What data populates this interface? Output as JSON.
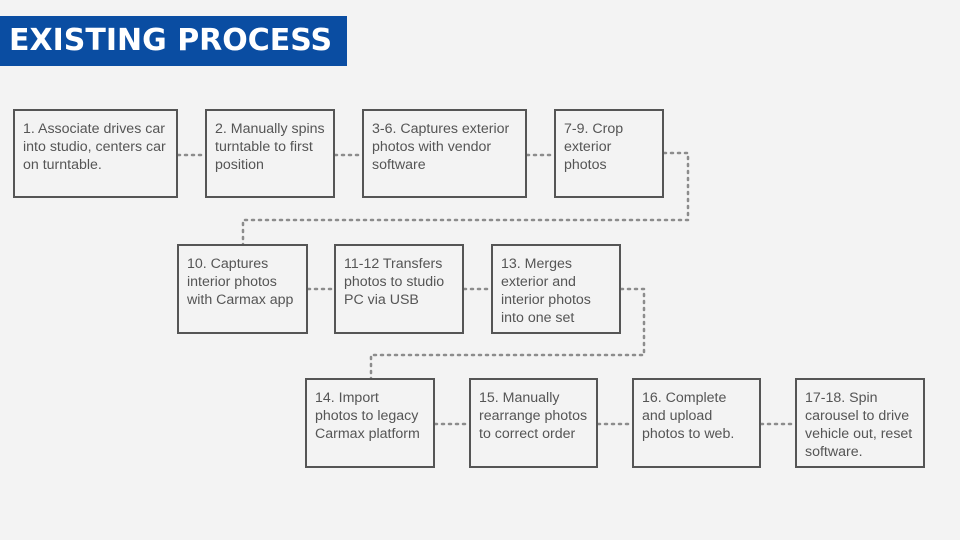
{
  "slide": {
    "title": "EXISTING PROCESS"
  },
  "colors": {
    "title_background": "#0a4da2",
    "title_text": "#ffffff",
    "box_border": "#555555",
    "box_text": "#555555",
    "connector": "#8c8c8c",
    "slide_background": "#f3f3f3"
  },
  "steps": [
    "1. Associate drives car into studio, centers car on turntable.",
    "2. Manually spins turntable to first position",
    "3-6. Captures exterior photos with vendor software",
    "7-9. Crop exterior photos",
    "10. Captures interior photos with Carmax app",
    "11-12 Transfers photos to studio PC via USB",
    "13. Merges exterior and interior photos into one set",
    "14. Import photos to legacy Carmax platform",
    "15. Manually rearrange photos to correct order",
    "16. Complete and upload photos to web.",
    "17-18. Spin carousel to drive vehicle out, reset software."
  ]
}
